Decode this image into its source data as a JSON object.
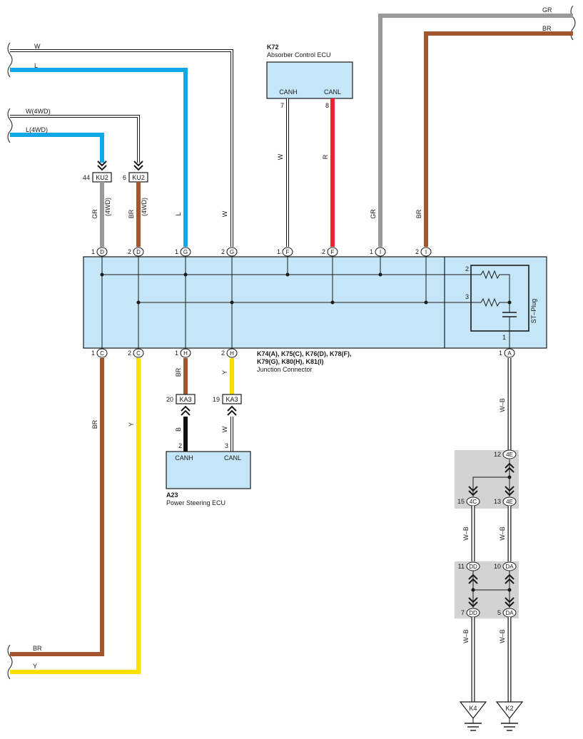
{
  "colors": {
    "W": "#ffffff",
    "L": "#12a8e8",
    "GR": "#9a9a9a",
    "BR": "#a5552e",
    "R": "#ee2233",
    "Y": "#ffdd00",
    "B": "#111111",
    "WB": "#ffffff",
    "ecu_fill": "#c5e6f8",
    "splice_fill": "#d3d3d3",
    "outline": "#1a1a1a"
  },
  "left_inputs": {
    "w": "W",
    "l": "L",
    "w4wd": "W(4WD)",
    "l4wd": "L(4WD)",
    "br": "BR",
    "y": "Y"
  },
  "right_inputs": {
    "gr": "GR",
    "br": "BR"
  },
  "k72": {
    "code": "K72",
    "name": "Absorber Control ECU",
    "canh": "CANH",
    "canl": "CANL",
    "pin7": "7",
    "pin8": "8"
  },
  "ku2": {
    "label_a": "KU2",
    "pin_a": "44",
    "label_b": "KU2",
    "pin_b": "6"
  },
  "wire_labels": {
    "gr_ku2": "GR",
    "br_ku2": "BR",
    "note_a": "(4WD)",
    "note_b": "(4WD)",
    "l_main": "L",
    "w_main": "W",
    "w_k72": "W",
    "r_k72": "R",
    "gr_right": "GR",
    "br_right": "BR",
    "br_h": "BR",
    "y_h": "Y",
    "b_ka3": "B",
    "w_ka3": "W",
    "br_left": "BR",
    "y_left": "Y",
    "wb_a": "W–B",
    "wb_4c": "W–B",
    "wb_4e": "W–B",
    "wb_dd": "W–B",
    "wb_da": "W–B"
  },
  "junction": {
    "pins_top": [
      {
        "num": "1",
        "letter": "D"
      },
      {
        "num": "2",
        "letter": "D"
      },
      {
        "num": "1",
        "letter": "G"
      },
      {
        "num": "2",
        "letter": "G"
      },
      {
        "num": "1",
        "letter": "F"
      },
      {
        "num": "2",
        "letter": "F"
      },
      {
        "num": "1",
        "letter": "I"
      },
      {
        "num": "2",
        "letter": "I"
      }
    ],
    "pins_bottom": [
      {
        "num": "1",
        "letter": "C"
      },
      {
        "num": "2",
        "letter": "C"
      },
      {
        "num": "1",
        "letter": "H"
      },
      {
        "num": "2",
        "letter": "H"
      },
      {
        "num": "1",
        "letter": "A"
      }
    ],
    "codes_1": "K74(A), K75(C), K76(D), K78(F),",
    "codes_2": "K79(G), K80(H), K81(I)",
    "name": "Junction Connector"
  },
  "st_plug": {
    "label": "ST–Plug",
    "pin_2": "2",
    "pin_3": "3",
    "pin_1": "1"
  },
  "ka3": {
    "label_a": "KA3",
    "pin_a": "20",
    "label_b": "KA3",
    "pin_b": "19"
  },
  "a23": {
    "code": "A23",
    "name": "Power Steering ECU",
    "canh": "CANH",
    "canl": "CANL",
    "pin2": "2",
    "pin3": "3"
  },
  "splice_1": {
    "top_num": "12",
    "top_label": "4E",
    "left_num": "15",
    "left_label": "4C",
    "right_num": "13",
    "right_label": "4E"
  },
  "splice_2": {
    "tl_num": "11",
    "tl_label": "DD",
    "tr_num": "10",
    "tr_label": "DA",
    "bl_num": "7",
    "bl_label": "DD",
    "br_num": "5",
    "br_label": "DA"
  },
  "grounds": {
    "k4": "K4",
    "k2": "K2"
  }
}
